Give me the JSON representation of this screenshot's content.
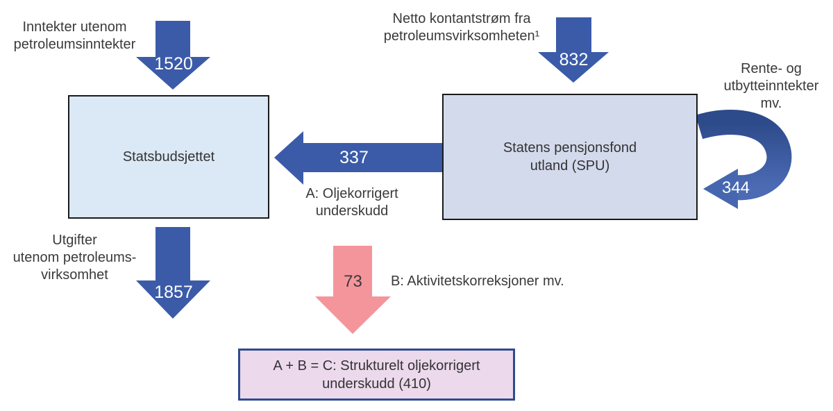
{
  "colors": {
    "arrow_blue": "#3b5ba9",
    "arrow_blue_dark": "#2d4a8a",
    "arrow_blue_light": "#4c6bb4",
    "arrow_pink": "#f4959b",
    "budget_box_fill": "#dbe8f5",
    "spu_box_fill": "#d3daec",
    "result_box_fill": "#ecd9ec",
    "result_box_border": "#2e4b8f",
    "box_border": "#1a1a1a",
    "text": "#3a3a3a"
  },
  "nodes": {
    "budget": {
      "label": "Statsbudsjettet"
    },
    "spu": {
      "label": "Statens pensjonsfond\nutland (SPU)"
    },
    "result": {
      "label": "A + B = C: Strukturelt oljekorrigert\nunderskudd (410)"
    }
  },
  "flows": {
    "non_oil_revenues": {
      "label": "Inntekter utenom\npetroleumsinntekter",
      "value": "1520"
    },
    "net_cash_flow": {
      "label": "Netto kontantstrøm fra\npetroleumsvirksomheten¹",
      "value": "832"
    },
    "interest_dividends": {
      "label": "Rente- og\nutbytteinntekter\nmv.",
      "value": "344"
    },
    "oil_corrected_deficit": {
      "value": "337",
      "label": "A: Oljekorrigert\nunderskudd"
    },
    "non_oil_expenses": {
      "label": "Utgifter\nutenom petroleums-\nvirksomhet",
      "value": "1857"
    },
    "activity_corrections": {
      "value": "73",
      "label": "B: Aktivitetskorreksjoner mv."
    }
  }
}
